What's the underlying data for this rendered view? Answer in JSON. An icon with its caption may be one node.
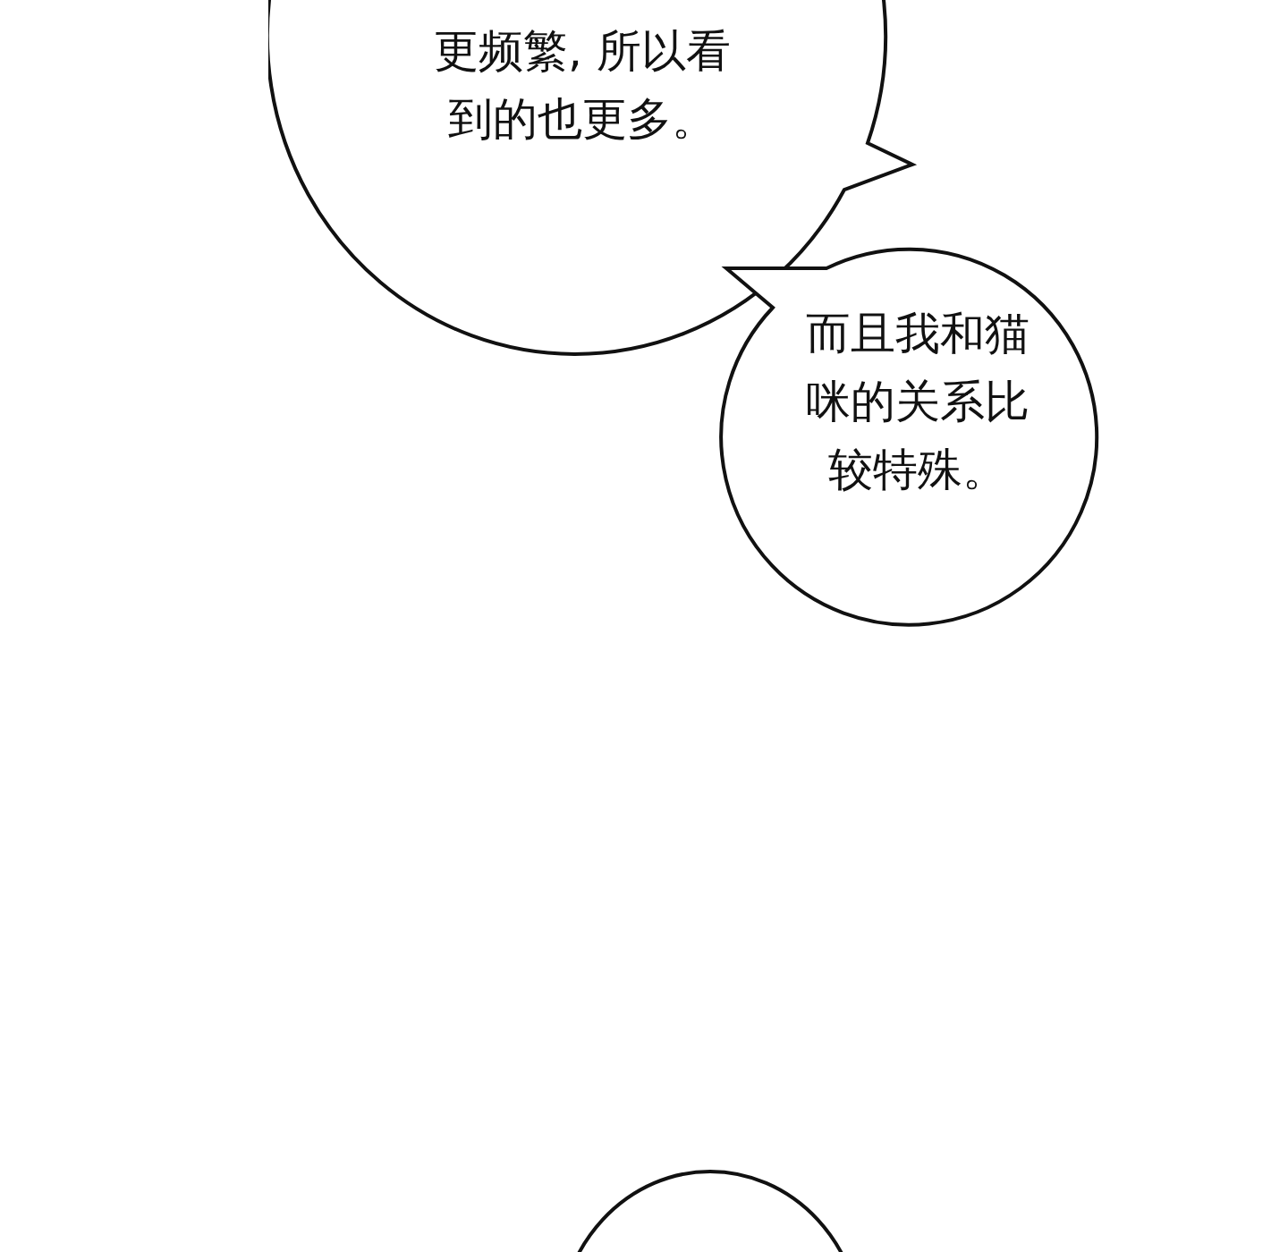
{
  "diagram": {
    "nodes": [
      {
        "text": [
          "更频繁, 所以看到的也更多。"
        ]
      },
      {
        "text": [
          "而且我和猫咪的关系比较特殊。"
        ]
      },
      {
        "text": [],
        "shape": "circle"
      }
    ]
  }
}
